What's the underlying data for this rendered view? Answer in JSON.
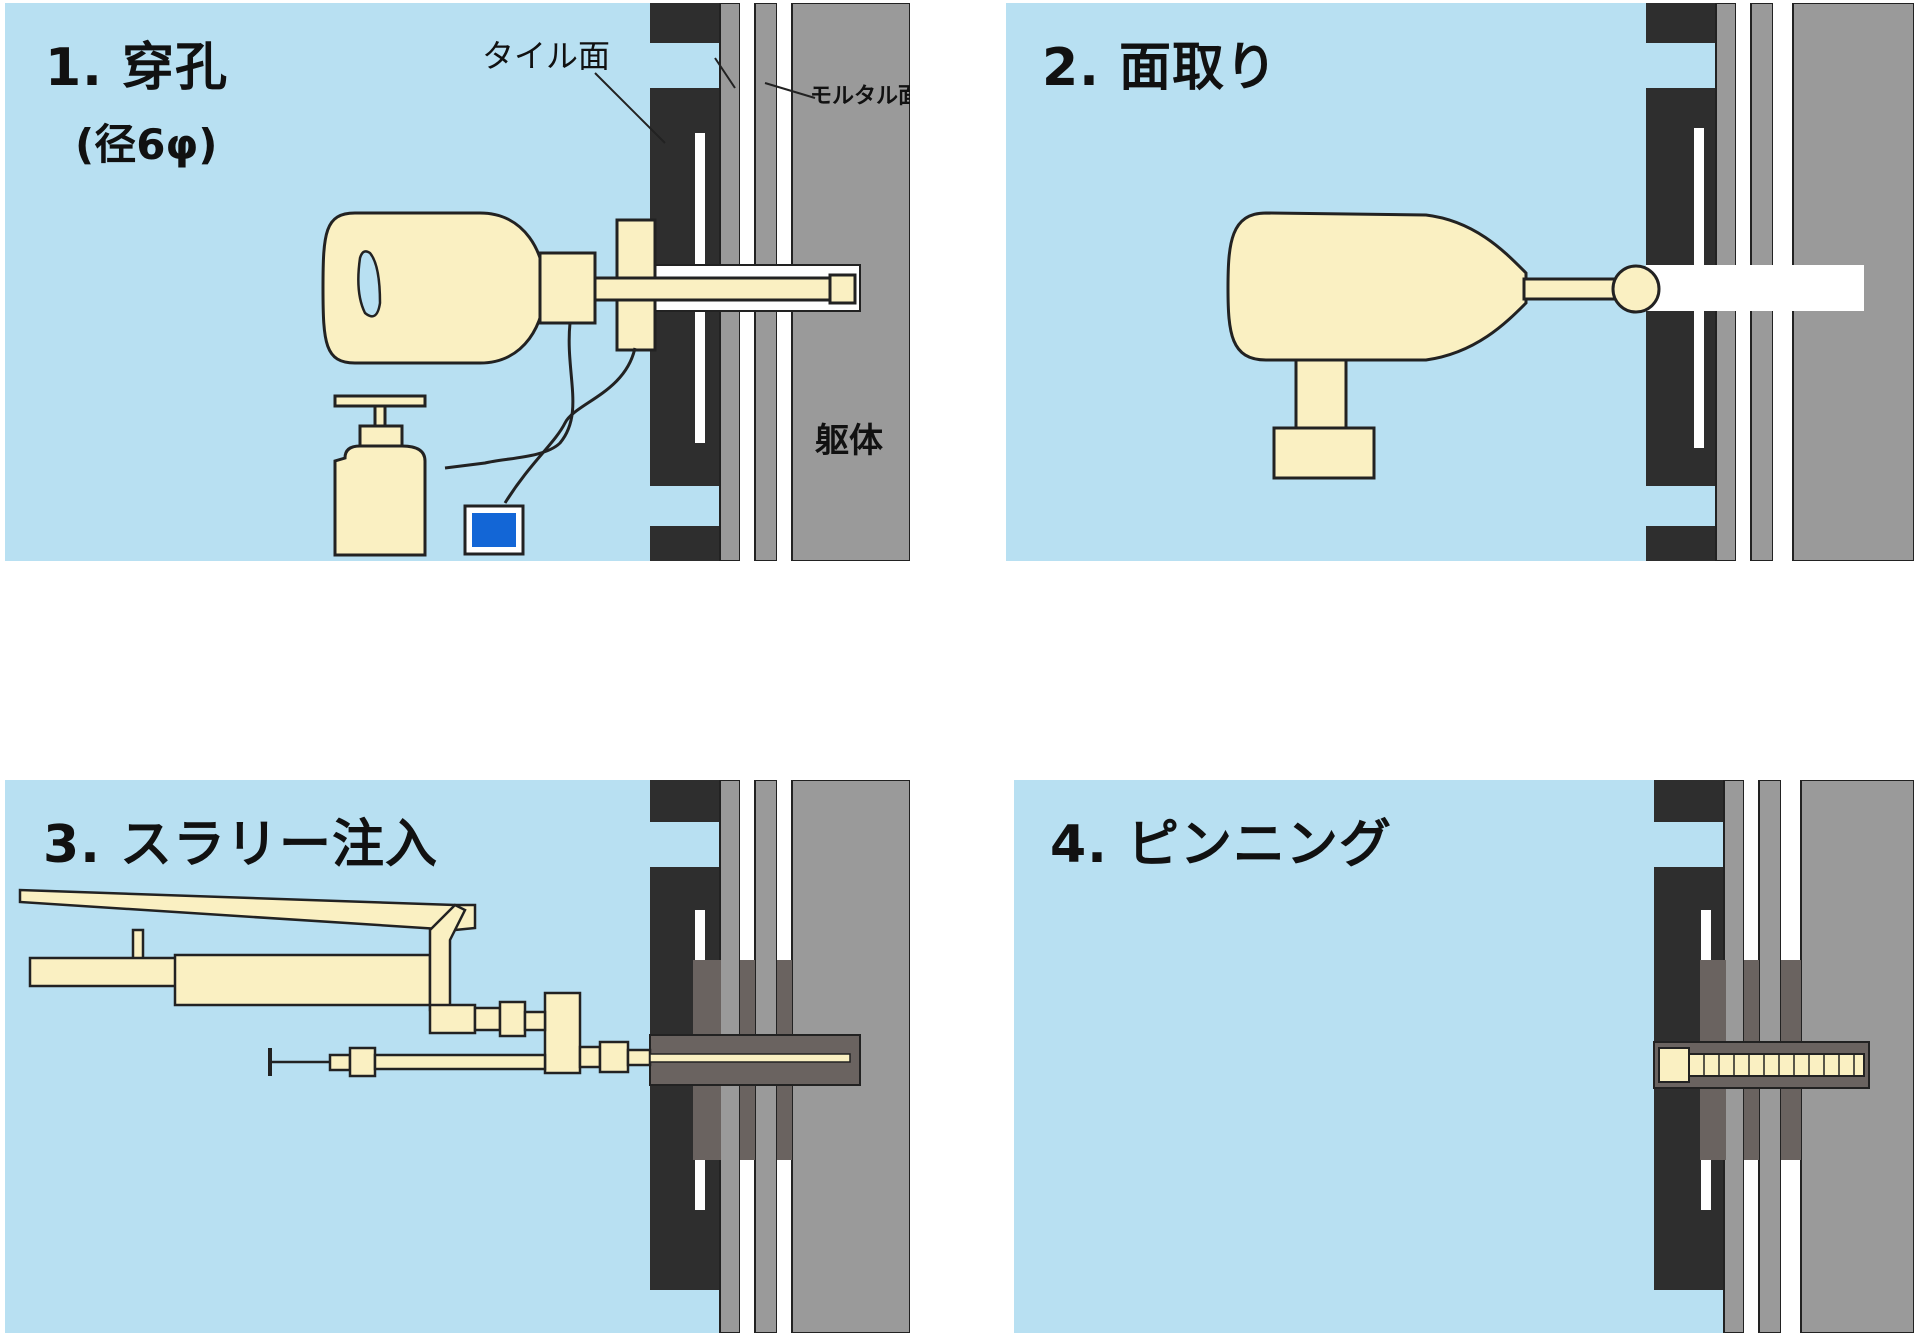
{
  "panels": [
    {
      "title": "1. 穿孔",
      "subtitle": "(径6φ)",
      "labels": {
        "tile": "タイル面",
        "mortar": "モルタル面",
        "body": "躯体"
      }
    },
    {
      "title": "2. 面取り"
    },
    {
      "title": "3. スラリー注入"
    },
    {
      "title": "4. ピンニング"
    }
  ],
  "colors": {
    "background": "#b8e0f2",
    "tile": "#2e2e2e",
    "mortar": "#9a9a9a",
    "body": "#9a9a9a",
    "tool": "#faf0c2",
    "slurry": "#6a6360",
    "blue_box": "#1366d6"
  }
}
